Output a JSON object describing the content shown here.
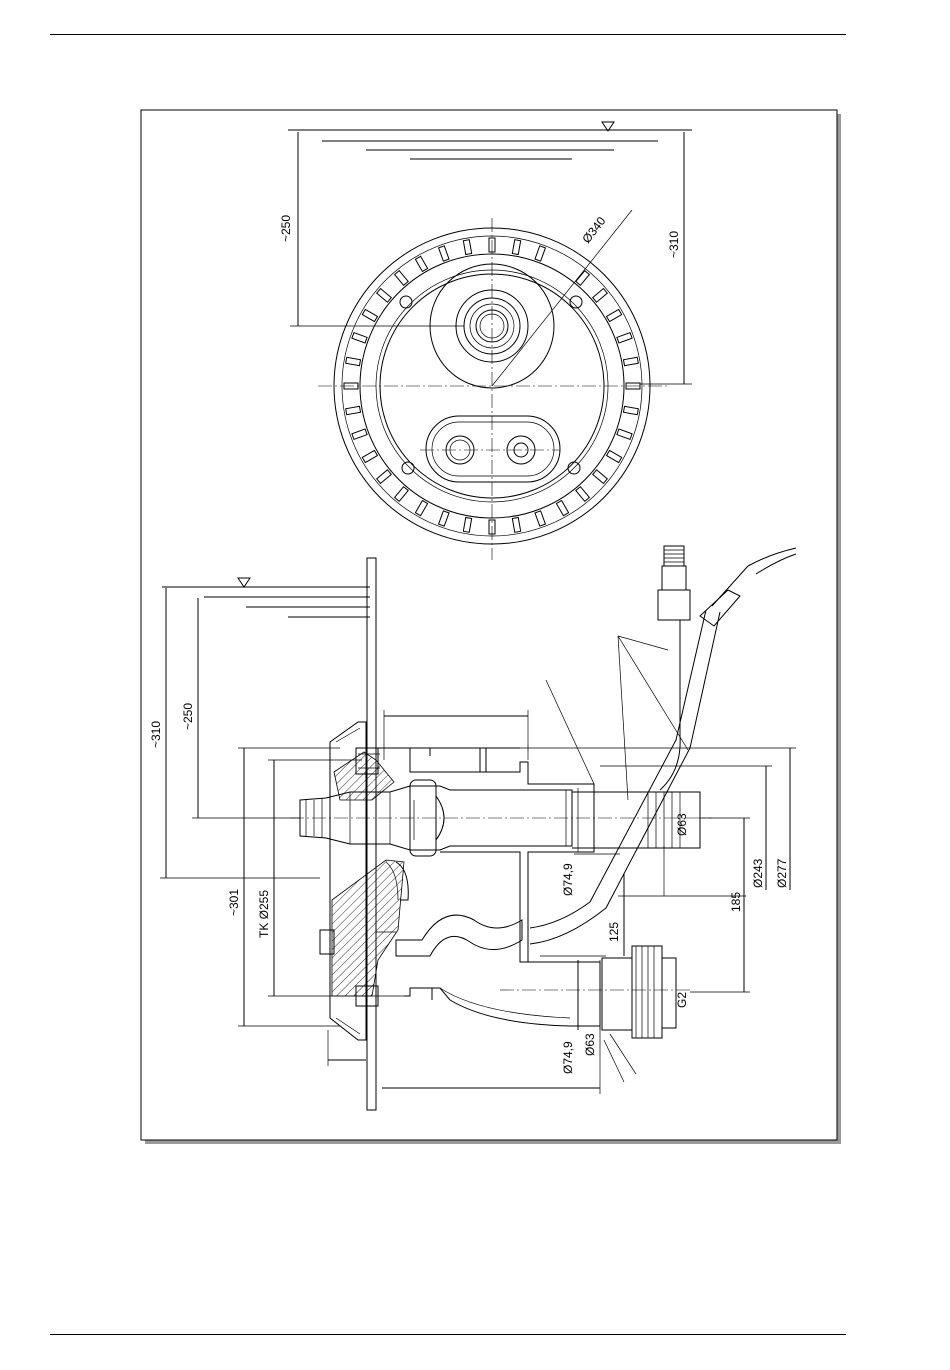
{
  "dimensions": {
    "top_water_depth": "~250",
    "top_overall": "~310",
    "diameter_flange": "Ø340",
    "side_overall": "~310",
    "side_water_depth": "~250",
    "depth": "~301",
    "bolt_circle": "TK Ø255",
    "pipe_outer_top": "Ø74,9",
    "pipe_outer_bottom": "Ø74,9",
    "pipe_inner_bottom": "Ø63",
    "pipe_inner_top": "Ø63",
    "offset_125": "125",
    "offset_185": "185",
    "dia_243": "Ø243",
    "dia_277": "Ø277",
    "thread": "G2"
  },
  "colors": {
    "line": "#000000",
    "frame_shadow": "#9a9a9a",
    "hatch": "#000000"
  }
}
